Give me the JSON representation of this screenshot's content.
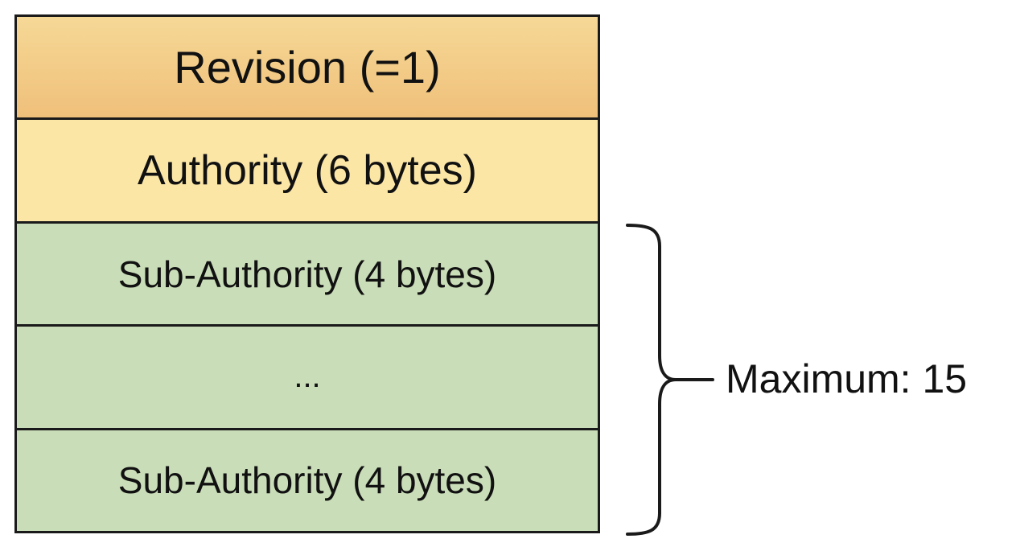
{
  "sid_structure": {
    "fields": [
      {
        "label": "Revision (=1)",
        "kind": "revision",
        "color": "#efc07a"
      },
      {
        "label": "Authority (6 bytes)",
        "kind": "authority",
        "color": "#fbe6a6"
      },
      {
        "label": "Sub-Authority (4 bytes)",
        "kind": "sub",
        "color": "#c9ddb8"
      },
      {
        "label": "...",
        "kind": "ellipsis",
        "color": "#c9ddb8"
      },
      {
        "label": "Sub-Authority (4 bytes)",
        "kind": "sub",
        "color": "#c9ddb8"
      }
    ],
    "brace_annotation": "Maximum: 15"
  }
}
